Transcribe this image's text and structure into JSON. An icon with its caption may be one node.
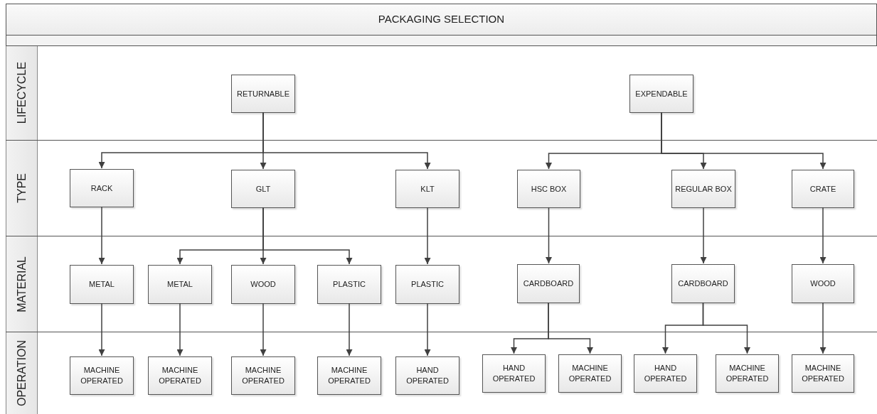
{
  "diagram": {
    "title": "PACKAGING SELECTION",
    "nodes": [
      {
        "text": [
          "LIFECYCLE"
        ]
      },
      {
        "text": [
          "TYPE"
        ]
      },
      {
        "text": [
          "MATERIAL"
        ]
      },
      {
        "text": [
          "OPERATION"
        ]
      },
      {
        "text": [
          "RETURNABLE"
        ],
        "in": 0
      },
      {
        "text": [
          "EXPENDABLE"
        ],
        "in": 0
      },
      {
        "text": [
          "RACK"
        ],
        "in": 1
      },
      {
        "text": [
          "GLT"
        ],
        "in": 1
      },
      {
        "text": [
          "KLT"
        ],
        "in": 1
      },
      {
        "text": [
          "HSC BOX"
        ],
        "in": 1
      },
      {
        "text": [
          "REGULAR BOX"
        ],
        "in": 1
      },
      {
        "text": [
          "CRATE"
        ],
        "in": 1
      },
      {
        "text": [
          "METAL"
        ],
        "in": 2
      },
      {
        "text": [
          "METAL"
        ],
        "in": 2
      },
      {
        "text": [
          "WOOD"
        ],
        "in": 2
      },
      {
        "text": [
          "PLASTIC"
        ],
        "in": 2
      },
      {
        "text": [
          "PLASTIC"
        ],
        "in": 2
      },
      {
        "text": [
          "CARDBOARD"
        ],
        "in": 2
      },
      {
        "text": [
          "CARDBOARD"
        ],
        "in": 2
      },
      {
        "text": [
          "WOOD"
        ],
        "in": 2
      },
      {
        "text": [
          "MACHINE OPERATED"
        ],
        "in": 3
      },
      {
        "text": [
          "MACHINE OPERATED"
        ],
        "in": 3
      },
      {
        "text": [
          "MACHINE OPERATED"
        ],
        "in": 3
      },
      {
        "text": [
          "MACHINE OPERATED"
        ],
        "in": 3
      },
      {
        "text": [
          "HAND OPERATED"
        ],
        "in": 3
      },
      {
        "text": [
          "HAND OPERATED"
        ],
        "in": 3
      },
      {
        "text": [
          "MACHINE OPERATED"
        ],
        "in": 3
      },
      {
        "text": [
          "HAND OPERATED"
        ],
        "in": 3
      },
      {
        "text": [
          "MACHINE OPERATED"
        ],
        "in": 3
      },
      {
        "text": [
          "MACHINE OPERATED"
        ],
        "in": 3
      }
    ],
    "edges": [
      {
        "from": 4,
        "to": 6,
        "arrow": "to"
      },
      {
        "from": 4,
        "to": 7,
        "arrow": "to"
      },
      {
        "from": 4,
        "to": 8,
        "arrow": "to"
      },
      {
        "from": 5,
        "to": 9,
        "arrow": "to"
      },
      {
        "from": 5,
        "to": 10,
        "arrow": "to"
      },
      {
        "from": 5,
        "to": 11,
        "arrow": "to"
      },
      {
        "from": 6,
        "to": 12,
        "arrow": "to"
      },
      {
        "from": 7,
        "to": 13,
        "arrow": "to"
      },
      {
        "from": 7,
        "to": 14,
        "arrow": "to"
      },
      {
        "from": 7,
        "to": 15,
        "arrow": "to"
      },
      {
        "from": 8,
        "to": 16,
        "arrow": "to"
      },
      {
        "from": 9,
        "to": 17,
        "arrow": "to"
      },
      {
        "from": 10,
        "to": 18,
        "arrow": "to"
      },
      {
        "from": 11,
        "to": 19,
        "arrow": "to"
      },
      {
        "from": 12,
        "to": 20,
        "arrow": "to"
      },
      {
        "from": 13,
        "to": 21,
        "arrow": "to"
      },
      {
        "from": 14,
        "to": 22,
        "arrow": "to"
      },
      {
        "from": 15,
        "to": 23,
        "arrow": "to"
      },
      {
        "from": 16,
        "to": 24,
        "arrow": "to"
      },
      {
        "from": 17,
        "to": 25,
        "arrow": "to"
      },
      {
        "from": 17,
        "to": 26,
        "arrow": "to"
      },
      {
        "from": 18,
        "to": 27,
        "arrow": "to"
      },
      {
        "from": 18,
        "to": 28,
        "arrow": "to"
      },
      {
        "from": 19,
        "to": 29,
        "arrow": "to"
      }
    ]
  }
}
